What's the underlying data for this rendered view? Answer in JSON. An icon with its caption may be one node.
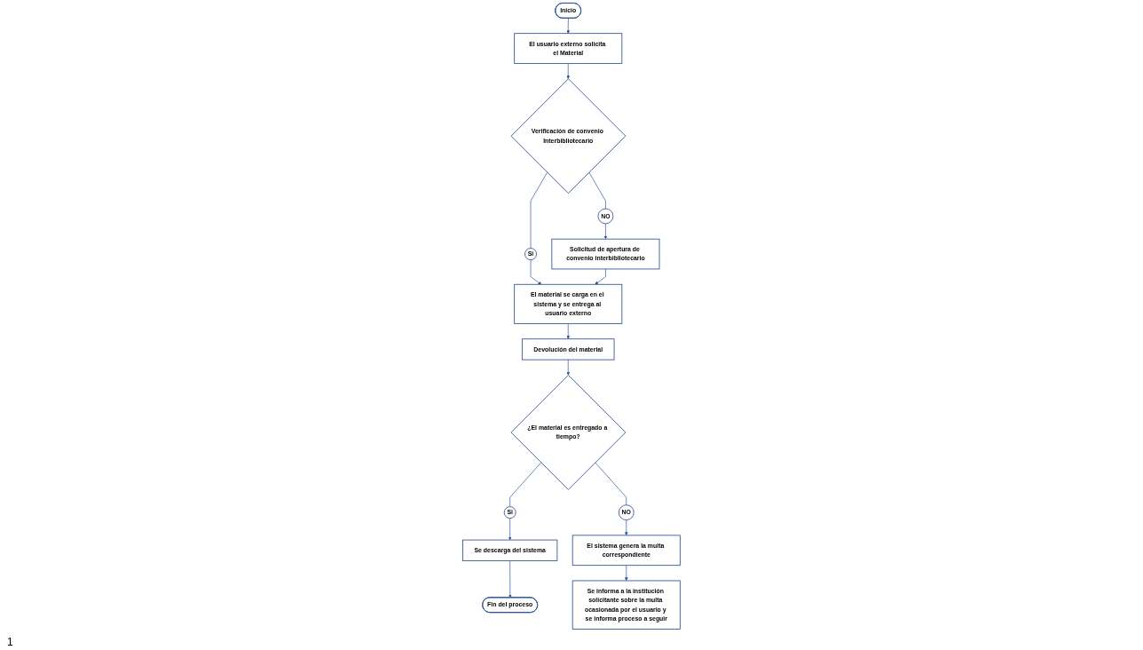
{
  "diagram": {
    "nodes": [
      {
        "text": [
          "Inicio"
        ]
      },
      {
        "text": [
          "El usuario externo solicita el Material"
        ]
      },
      {
        "text": [
          "Verificación de convenio Interbibliotecario"
        ]
      },
      {
        "text": [
          "Si"
        ]
      },
      {
        "text": [
          "NO"
        ]
      },
      {
        "text": [
          "Solicitud de apertura de convenio interbibliotecario"
        ]
      },
      {
        "text": [
          "El material se carga en el sistema y se entrega al usuario externo"
        ]
      },
      {
        "text": [
          "Devolución del material"
        ]
      },
      {
        "text": [
          "¿El material es entregado a tiempo?"
        ]
      },
      {
        "text": [
          "Si"
        ]
      },
      {
        "text": [
          "NO"
        ]
      },
      {
        "text": [
          "Se descarga del sistema"
        ]
      },
      {
        "text": [
          "Fin del proceso"
        ]
      },
      {
        "text": [
          "El sistema genera la multa correspondiente"
        ]
      },
      {
        "text": [
          "Se informa a la institución solicitante sobre la multa ocasionada por el usuario y se informa proceso a seguir"
        ]
      }
    ],
    "edges": [
      {
        "from": 0,
        "to": 1,
        "arrow": "to"
      },
      {
        "from": 1,
        "to": 2,
        "arrow": "to"
      },
      {
        "from": 2,
        "to": 3,
        "arrow": "none"
      },
      {
        "from": 3,
        "to": 6,
        "arrow": "to"
      },
      {
        "from": 2,
        "to": 4,
        "arrow": "none"
      },
      {
        "from": 4,
        "to": 5,
        "arrow": "to"
      },
      {
        "from": 5,
        "to": 6,
        "arrow": "to"
      },
      {
        "from": 6,
        "to": 7,
        "arrow": "to"
      },
      {
        "from": 7,
        "to": 8,
        "arrow": "to"
      },
      {
        "from": 8,
        "to": 9,
        "arrow": "none"
      },
      {
        "from": 9,
        "to": 11,
        "arrow": "to"
      },
      {
        "from": 11,
        "to": 12,
        "arrow": "to"
      },
      {
        "from": 8,
        "to": 10,
        "arrow": "none"
      },
      {
        "from": 10,
        "to": 13,
        "arrow": "to"
      },
      {
        "from": 13,
        "to": 14,
        "arrow": "to"
      }
    ],
    "labels": [
      "1"
    ]
  }
}
